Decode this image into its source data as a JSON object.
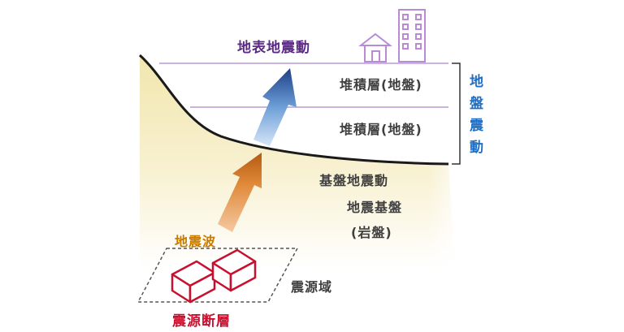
{
  "labels": {
    "surface_motion": "地表地震動",
    "sediment_layer_1": "堆積層(地盤)",
    "sediment_layer_2": "堆積層(地盤)",
    "ground_motion_vertical": [
      "地",
      "盤",
      "震",
      "動"
    ],
    "bedrock_motion": "基盤地震動",
    "seismic_bedrock": "地震基盤",
    "seismic_bedrock_sub": "(岩盤)",
    "seismic_wave": "地震波",
    "source_region": "震源域",
    "source_fault": "震源断層"
  },
  "colors": {
    "purple": "#5b2a86",
    "blue": "#1f6fc5",
    "red": "#c8102e",
    "orange": "#c67a00",
    "ground_top": "#f3e9b5",
    "layer_line": "#c9b4e0"
  },
  "icons": [
    "house-icon",
    "building-icon"
  ]
}
